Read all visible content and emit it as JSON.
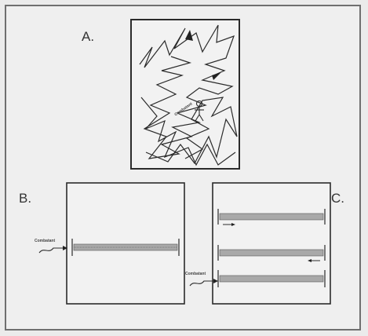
{
  "figure": {
    "panels": [
      {
        "id": "A",
        "label": "A."
      },
      {
        "id": "B",
        "label": "B."
      },
      {
        "id": "C",
        "label": "C."
      }
    ],
    "colors": {
      "background": "#ebebeb",
      "ink": "#2b2b2b",
      "bar_fill": "#a9a9a9",
      "arrow_fill": "#222222"
    },
    "markers": {
      "panel_a": "Combatant",
      "panel_b": "Combatant",
      "panel_c": "Combatant"
    },
    "icons": {
      "person": "stick-figure-icon",
      "direction": "arrowhead-icon",
      "entry": "squiggle-arrow-icon"
    }
  }
}
